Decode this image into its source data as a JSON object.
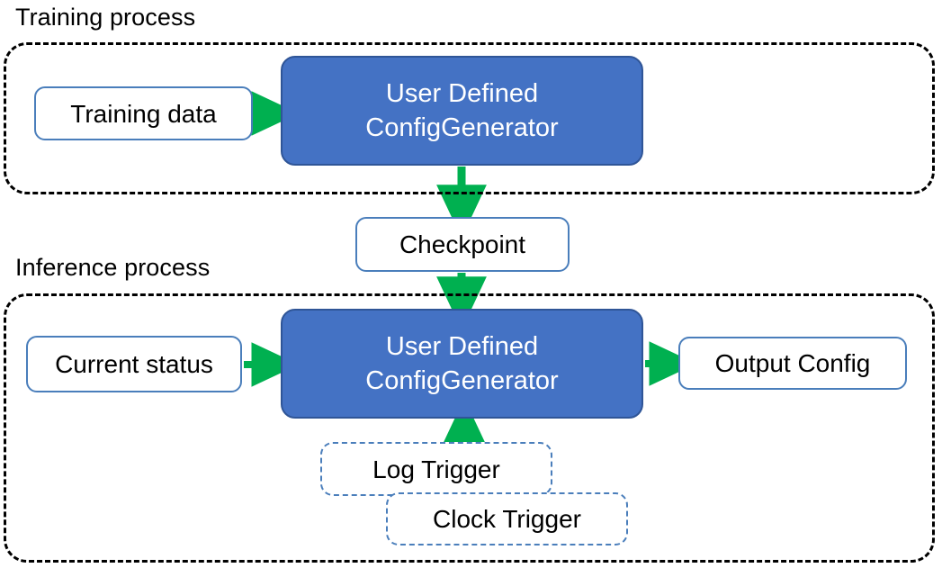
{
  "diagram": {
    "title_training": "Training process",
    "title_inference": "Inference process",
    "colors": {
      "process_fill": "#4472C4",
      "process_border": "#2F5597",
      "node_border": "#4A7EBB",
      "arrow": "#00B050",
      "group_border": "#000000",
      "text_dark": "#000000",
      "text_light": "#FFFFFF"
    },
    "nodes": {
      "training_data": "Training data",
      "generator_training": "User Defined\nConfigGenerator",
      "checkpoint": "Checkpoint",
      "current_status": "Current status",
      "generator_inference": "User Defined\nConfigGenerator",
      "output_config": "Output Config",
      "log_trigger": "Log Trigger",
      "clock_trigger": "Clock Trigger"
    },
    "edges": [
      {
        "from": "training_data",
        "to": "generator_training",
        "direction": "right"
      },
      {
        "from": "generator_training",
        "to": "checkpoint",
        "direction": "down"
      },
      {
        "from": "checkpoint",
        "to": "generator_inference",
        "direction": "down"
      },
      {
        "from": "current_status",
        "to": "generator_inference",
        "direction": "right"
      },
      {
        "from": "generator_inference",
        "to": "output_config",
        "direction": "right"
      },
      {
        "from": "log_trigger",
        "to": "generator_inference",
        "direction": "up"
      }
    ]
  }
}
